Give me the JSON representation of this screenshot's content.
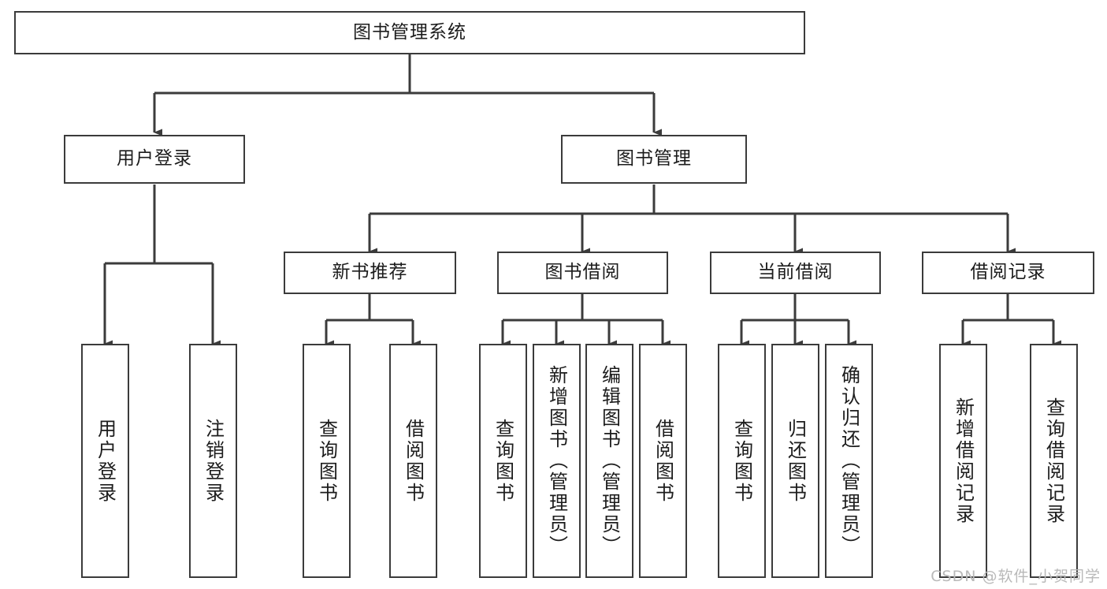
{
  "diagram": {
    "type": "tree-hierarchy-chart",
    "title": "图书管理系统",
    "orientation": "top-down",
    "line_color": "#3b3b3b",
    "box_fill": "#ffffff",
    "text_color": "#1c1c1c",
    "watermark": "CSDN @软件_小贺同学"
  },
  "nodes": {
    "root": {
      "label": "图书管理系统",
      "level": 0
    },
    "level1": [
      {
        "id": "user-login",
        "label": "用户登录"
      },
      {
        "id": "book-manage",
        "label": "图书管理"
      }
    ],
    "level2": [
      {
        "id": "new-book-recommend",
        "label": "新书推荐"
      },
      {
        "id": "book-borrow",
        "label": "图书借阅"
      },
      {
        "id": "current-borrow",
        "label": "当前借阅"
      },
      {
        "id": "borrow-record",
        "label": "借阅记录"
      }
    ],
    "leaves": {
      "user-login": [
        {
          "id": "leaf-user-login",
          "label": "用户登录"
        },
        {
          "id": "leaf-logout-login",
          "label": "注销登录"
        }
      ],
      "new-book-recommend": [
        {
          "id": "leaf-query-book-1",
          "label": "查询图书"
        },
        {
          "id": "leaf-borrow-book-1",
          "label": "借阅图书"
        }
      ],
      "book-borrow": [
        {
          "id": "leaf-query-book-2",
          "label": "查询图书"
        },
        {
          "id": "leaf-add-book",
          "label": "新增图书（管理员）"
        },
        {
          "id": "leaf-edit-book",
          "label": "编辑图书（管理员）"
        },
        {
          "id": "leaf-borrow-book-2",
          "label": "借阅图书"
        }
      ],
      "current-borrow": [
        {
          "id": "leaf-query-book-3",
          "label": "查询图书"
        },
        {
          "id": "leaf-return-book",
          "label": "归还图书"
        },
        {
          "id": "leaf-confirm-return",
          "label": "确认归还（管理员）"
        }
      ],
      "borrow-record": [
        {
          "id": "leaf-add-record",
          "label": "新增借阅记录"
        },
        {
          "id": "leaf-query-record",
          "label": "查询借阅记录"
        }
      ]
    }
  }
}
